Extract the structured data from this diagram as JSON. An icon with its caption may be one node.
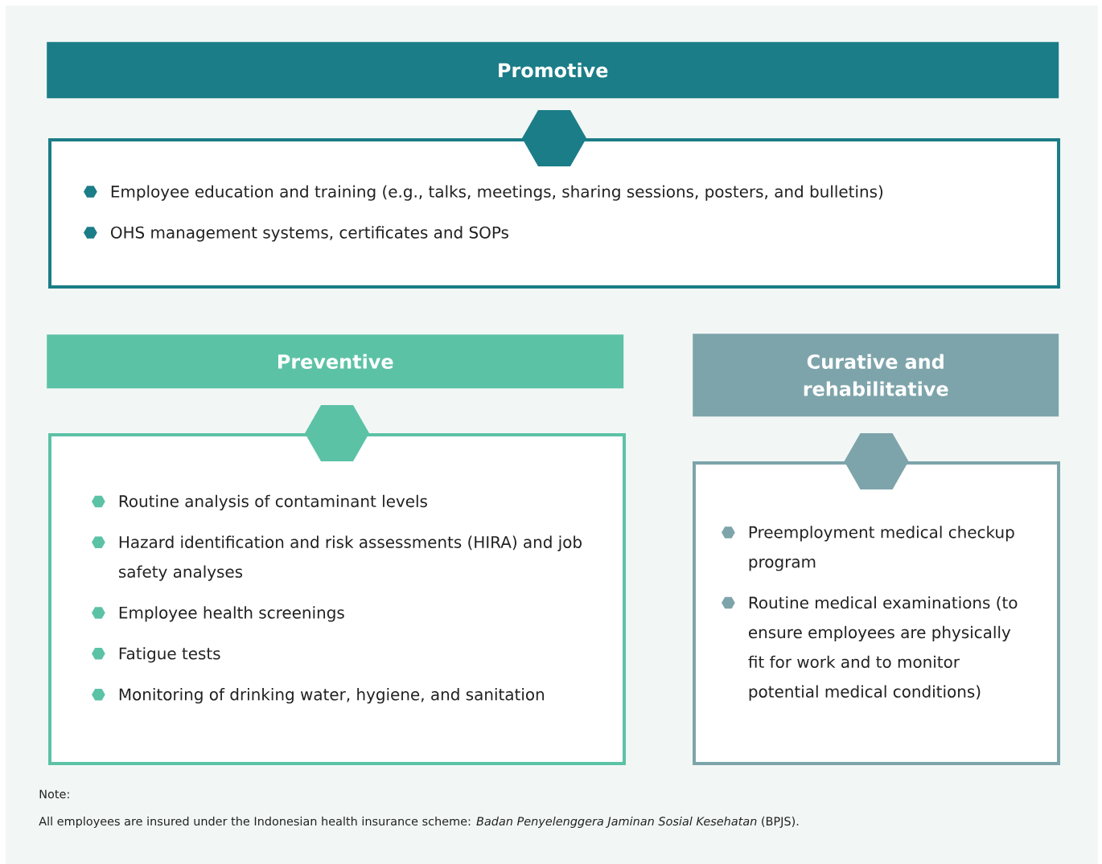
{
  "diagram": {
    "nodes": [
      {
        "text": [
          "Promotive"
        ]
      },
      {
        "text": [
          "Employee education and training (e.g., talks, meetings, sharing sessions, posters, and bulletins)",
          "OHS management systems, certificates and SOPs"
        ]
      },
      {
        "text": [
          "Preventive"
        ]
      },
      {
        "text": [
          "Routine analysis of contaminant levels",
          "Hazard identification and risk assessments (HIRA) and job safety analyses",
          "Employee health screenings",
          "Fatigue tests",
          "Monitoring of drinking water, hygiene, and sanitation"
        ]
      },
      {
        "text": [
          "Curative and rehabilitative"
        ]
      },
      {
        "text": [
          "Preemployment medical checkup program",
          "Routine medical examinations (to ensure employees are physically fit for work and to monitor potential medical conditions)"
        ]
      }
    ],
    "labels": [
      "Note:",
      "All employees are insured under the Indonesian health insurance scheme: *Badan Penyelenggera Jaminan Sosial Kesehatan* (BPJS)."
    ]
  }
}
